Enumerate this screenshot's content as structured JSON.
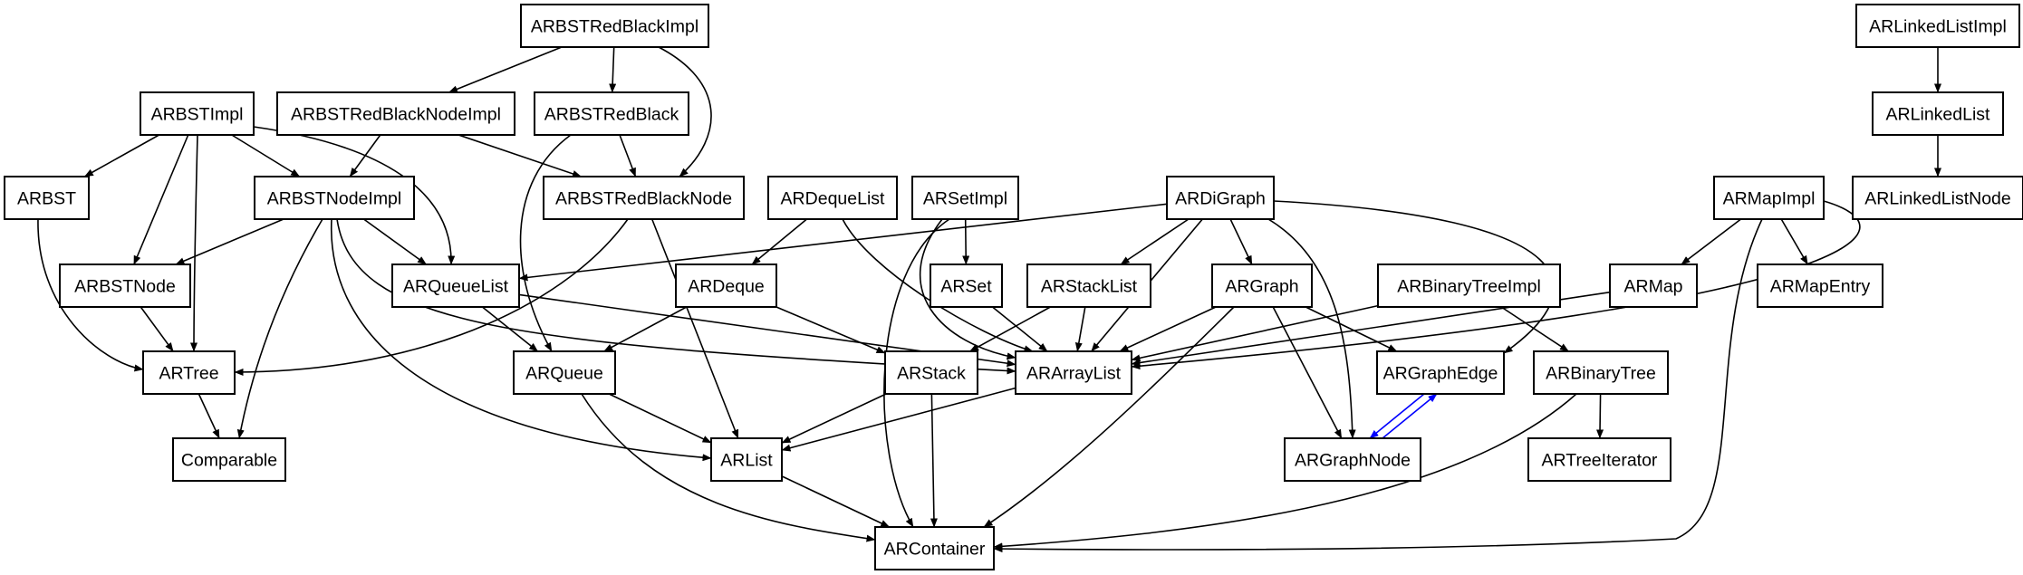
{
  "colors": {
    "edge": "#000000",
    "mutual_edge": "#0000ff"
  },
  "nodes": [
    {
      "id": "ARBSTRedBlackImpl",
      "label": "ARBSTRedBlackImpl"
    },
    {
      "id": "ARLinkedListImpl",
      "label": "ARLinkedListImpl"
    },
    {
      "id": "ARBSTImpl",
      "label": "ARBSTImpl"
    },
    {
      "id": "ARBSTRedBlackNodeImpl",
      "label": "ARBSTRedBlackNodeImpl"
    },
    {
      "id": "ARBSTRedBlack",
      "label": "ARBSTRedBlack"
    },
    {
      "id": "ARLinkedList",
      "label": "ARLinkedList"
    },
    {
      "id": "ARBST",
      "label": "ARBST"
    },
    {
      "id": "ARBSTNodeImpl",
      "label": "ARBSTNodeImpl"
    },
    {
      "id": "ARBSTRedBlackNode",
      "label": "ARBSTRedBlackNode"
    },
    {
      "id": "ARDequeList",
      "label": "ARDequeList"
    },
    {
      "id": "ARSetImpl",
      "label": "ARSetImpl"
    },
    {
      "id": "ARDiGraph",
      "label": "ARDiGraph"
    },
    {
      "id": "ARMapImpl",
      "label": "ARMapImpl"
    },
    {
      "id": "ARLinkedListNode",
      "label": "ARLinkedListNode"
    },
    {
      "id": "ARBSTNode",
      "label": "ARBSTNode"
    },
    {
      "id": "ARQueueList",
      "label": "ARQueueList"
    },
    {
      "id": "ARDeque",
      "label": "ARDeque"
    },
    {
      "id": "ARSet",
      "label": "ARSet"
    },
    {
      "id": "ARStackList",
      "label": "ARStackList"
    },
    {
      "id": "ARGraph",
      "label": "ARGraph"
    },
    {
      "id": "ARBinaryTreeImpl",
      "label": "ARBinaryTreeImpl"
    },
    {
      "id": "ARMap",
      "label": "ARMap"
    },
    {
      "id": "ARMapEntry",
      "label": "ARMapEntry"
    },
    {
      "id": "ARTree",
      "label": "ARTree"
    },
    {
      "id": "ARQueue",
      "label": "ARQueue"
    },
    {
      "id": "ARStack",
      "label": "ARStack"
    },
    {
      "id": "ARArrayList",
      "label": "ARArrayList"
    },
    {
      "id": "ARGraphEdge",
      "label": "ARGraphEdge"
    },
    {
      "id": "ARBinaryTree",
      "label": "ARBinaryTree"
    },
    {
      "id": "Comparable",
      "label": "Comparable"
    },
    {
      "id": "ARList",
      "label": "ARList"
    },
    {
      "id": "ARGraphNode",
      "label": "ARGraphNode"
    },
    {
      "id": "ARTreeIterator",
      "label": "ARTreeIterator"
    },
    {
      "id": "ARContainer",
      "label": "ARContainer"
    }
  ],
  "edges": [
    {
      "from": "ARBSTRedBlackImpl",
      "to": "ARBSTRedBlackNodeImpl"
    },
    {
      "from": "ARBSTRedBlackImpl",
      "to": "ARBSTRedBlack"
    },
    {
      "from": "ARBSTRedBlackImpl",
      "to": "ARBSTRedBlackNode"
    },
    {
      "from": "ARLinkedListImpl",
      "to": "ARLinkedList"
    },
    {
      "from": "ARLinkedList",
      "to": "ARLinkedListNode"
    },
    {
      "from": "ARBSTImpl",
      "to": "ARBST"
    },
    {
      "from": "ARBSTImpl",
      "to": "ARBSTNodeImpl"
    },
    {
      "from": "ARBSTImpl",
      "to": "ARBSTNode"
    },
    {
      "from": "ARBSTImpl",
      "to": "ARTree"
    },
    {
      "from": "ARBSTImpl",
      "to": "ARQueueList"
    },
    {
      "from": "ARBSTRedBlackNodeImpl",
      "to": "ARBSTNodeImpl"
    },
    {
      "from": "ARBSTRedBlackNodeImpl",
      "to": "ARBSTRedBlackNode"
    },
    {
      "from": "ARBSTRedBlack",
      "to": "ARBSTRedBlackNode"
    },
    {
      "from": "ARBSTRedBlack",
      "to": "ARQueue"
    },
    {
      "from": "ARBST",
      "to": "ARTree"
    },
    {
      "from": "ARBSTNodeImpl",
      "to": "ARBSTNode"
    },
    {
      "from": "ARBSTNodeImpl",
      "to": "ARQueueList"
    },
    {
      "from": "ARBSTNodeImpl",
      "to": "Comparable"
    },
    {
      "from": "ARBSTNodeImpl",
      "to": "ARList"
    },
    {
      "from": "ARBSTNodeImpl",
      "to": "ARArrayList"
    },
    {
      "from": "ARBSTRedBlackNode",
      "to": "ARTree"
    },
    {
      "from": "ARBSTRedBlackNode",
      "to": "ARList"
    },
    {
      "from": "ARBSTNode",
      "to": "ARTree"
    },
    {
      "from": "ARTree",
      "to": "Comparable"
    },
    {
      "from": "ARQueueList",
      "to": "ARQueue"
    },
    {
      "from": "ARQueueList",
      "to": "ARArrayList"
    },
    {
      "from": "ARDequeList",
      "to": "ARDeque"
    },
    {
      "from": "ARDequeList",
      "to": "ARArrayList"
    },
    {
      "from": "ARDeque",
      "to": "ARQueue"
    },
    {
      "from": "ARDeque",
      "to": "ARStack"
    },
    {
      "from": "ARSetImpl",
      "to": "ARSet"
    },
    {
      "from": "ARSetImpl",
      "to": "ARArrayList"
    },
    {
      "from": "ARSetImpl",
      "to": "ARContainer"
    },
    {
      "from": "ARSet",
      "to": "ARArrayList"
    },
    {
      "from": "ARStackList",
      "to": "ARStack"
    },
    {
      "from": "ARStackList",
      "to": "ARArrayList"
    },
    {
      "from": "ARDiGraph",
      "to": "ARQueueList"
    },
    {
      "from": "ARDiGraph",
      "to": "ARStackList"
    },
    {
      "from": "ARDiGraph",
      "to": "ARGraph"
    },
    {
      "from": "ARDiGraph",
      "to": "ARArrayList"
    },
    {
      "from": "ARDiGraph",
      "to": "ARGraphNode"
    },
    {
      "from": "ARDiGraph",
      "to": "ARGraphEdge"
    },
    {
      "from": "ARGraph",
      "to": "ARArrayList"
    },
    {
      "from": "ARGraph",
      "to": "ARGraphEdge"
    },
    {
      "from": "ARGraph",
      "to": "ARGraphNode"
    },
    {
      "from": "ARGraph",
      "to": "ARContainer"
    },
    {
      "from": "ARGraphEdge",
      "to": "ARGraphNode",
      "mutual": true
    },
    {
      "from": "ARGraphNode",
      "to": "ARGraphEdge",
      "mutual": true
    },
    {
      "from": "ARBinaryTreeImpl",
      "to": "ARArrayList"
    },
    {
      "from": "ARBinaryTreeImpl",
      "to": "ARBinaryTree"
    },
    {
      "from": "ARBinaryTree",
      "to": "ARTreeIterator"
    },
    {
      "from": "ARBinaryTree",
      "to": "ARContainer"
    },
    {
      "from": "ARMapImpl",
      "to": "ARMap"
    },
    {
      "from": "ARMapImpl",
      "to": "ARMapEntry"
    },
    {
      "from": "ARMapImpl",
      "to": "ARArrayList"
    },
    {
      "from": "ARMapImpl",
      "to": "ARContainer"
    },
    {
      "from": "ARMap",
      "to": "ARArrayList"
    },
    {
      "from": "ARQueue",
      "to": "ARList"
    },
    {
      "from": "ARQueue",
      "to": "ARContainer"
    },
    {
      "from": "ARStack",
      "to": "ARList"
    },
    {
      "from": "ARStack",
      "to": "ARContainer"
    },
    {
      "from": "ARArrayList",
      "to": "ARList"
    },
    {
      "from": "ARList",
      "to": "ARContainer"
    }
  ]
}
